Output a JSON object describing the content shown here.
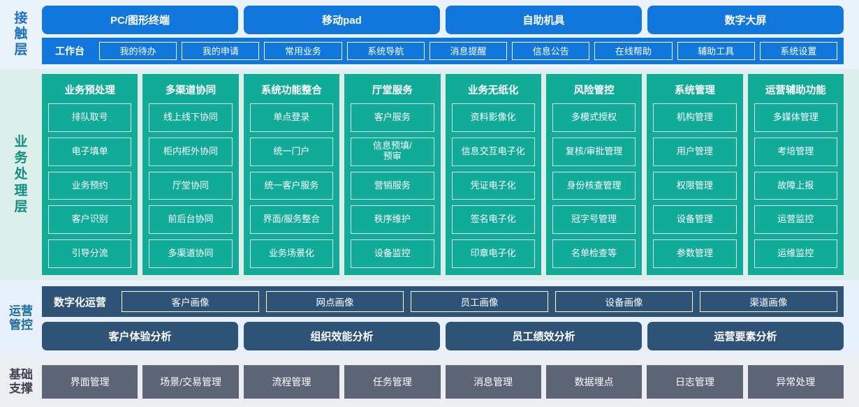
{
  "colors": {
    "accent_blue": "#1177dd",
    "contact_bg": "#eaf2fb",
    "accent_green": "#12ab97",
    "business_bg": "#dcefea",
    "accent_slate": "#2f5377",
    "ops_bg": "#e8f1fb",
    "accent_gray": "#5c6476",
    "base_bg": "#eceef1"
  },
  "contact_layer": {
    "label": "接触层",
    "label_chars": [
      "接",
      "触",
      "层"
    ],
    "channels": [
      "PC/图形终端",
      "移动pad",
      "自助机具",
      "数字大屏"
    ],
    "workbench_title": "工作台",
    "workbench_items": [
      "我的待办",
      "我的申请",
      "常用业务",
      "系统导航",
      "消息提醒",
      "信息公告",
      "在线帮助",
      "辅助工具",
      "系统设置"
    ]
  },
  "business_layer": {
    "label": "业务处理层",
    "label_chars": [
      "业",
      "务",
      "处",
      "理",
      "层"
    ],
    "columns": [
      {
        "title": "业务预处理",
        "items": [
          "排队取号",
          "电子填单",
          "业务预约",
          "客户识别",
          "引导分流"
        ]
      },
      {
        "title": "多渠道协同",
        "items": [
          "线上线下协同",
          "柜内柜外协同",
          "厅堂协同",
          "前后台协同",
          "多渠道协同"
        ]
      },
      {
        "title": "系统功能整合",
        "items": [
          "单点登录",
          "统一门户",
          "统一客户服务",
          "界面/服务整合",
          "业务场景化"
        ]
      },
      {
        "title": "厅堂服务",
        "items": [
          "客户服务",
          "信息预填/\n预审",
          "营销服务",
          "秩序维护",
          "设备监控"
        ]
      },
      {
        "title": "业务无纸化",
        "items": [
          "资料影像化",
          "信息交互电子化",
          "凭证电子化",
          "签名电子化",
          "印章电子化"
        ]
      },
      {
        "title": "风险管控",
        "items": [
          "多模式授权",
          "复核/审批管理",
          "身份核查管理",
          "冠字号管理",
          "名单检查等"
        ]
      },
      {
        "title": "系统管理",
        "items": [
          "机构管理",
          "用户管理",
          "权限管理",
          "设备管理",
          "参数管理"
        ]
      },
      {
        "title": "运营辅助功能",
        "items": [
          "多媒体管理",
          "考培管理",
          "故障上报",
          "运营监控",
          "运维监控"
        ]
      }
    ]
  },
  "ops_layer": {
    "label": "运营管控",
    "label_rows": [
      "运营",
      "管控"
    ],
    "digital_ops_title": "数字化运营",
    "portraits": [
      "客户画像",
      "网点画像",
      "员工画像",
      "设备画像",
      "渠道画像"
    ],
    "analyses": [
      "客户体验分析",
      "组织效能分析",
      "员工绩效分析",
      "运营要素分析"
    ]
  },
  "base_layer": {
    "label": "基础支撑",
    "label_rows": [
      "基础",
      "支撑"
    ],
    "items": [
      "界面管理",
      "场景/交易管理",
      "流程管理",
      "任务管理",
      "消息管理",
      "数据埋点",
      "日志管理",
      "异常处理"
    ]
  }
}
